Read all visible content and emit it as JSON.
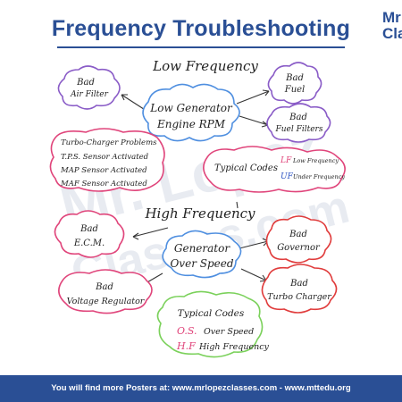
{
  "header": {
    "title": "Frequency Troubleshooting"
  },
  "logo": {
    "line1": "Mr",
    "line2": "Classes"
  },
  "watermark": {
    "line1": "Mr. Lopez",
    "line2": "Classes.com"
  },
  "diagram": {
    "low_section": {
      "heading": "Low Frequency",
      "center": [
        "Low Generator",
        "Engine RPM"
      ],
      "bad_air_filter": [
        "Bad",
        "Air Filter"
      ],
      "bad_fuel": [
        "Bad",
        "Fuel"
      ],
      "bad_fuel_filters": [
        "Bad",
        "Fuel Filters"
      ],
      "turbo_problems": [
        "Turbo-Charger Problems",
        "T.P.S. Sensor Activated",
        "MAP Sensor Activated",
        "MAF Sensor Activated"
      ],
      "typical_codes": {
        "label": "Typical Codes",
        "lf_code": "LF",
        "lf_text": "Low Frequency",
        "uf_code": "UF",
        "uf_text": "Under Frequency"
      }
    },
    "high_section": {
      "heading": "High Frequency",
      "center": [
        "Generator",
        "Over Speed"
      ],
      "bad_ecm": [
        "Bad",
        "E.C.M."
      ],
      "bad_governor": [
        "Bad",
        "Governor"
      ],
      "bad_voltage_regulator": [
        "Bad",
        "Voltage Regulator"
      ],
      "bad_turbo_charger": [
        "Bad",
        "Turbo Charger"
      ],
      "typical_codes": {
        "label": "Typical Codes",
        "os_code": "O.S.",
        "os_text": "Over Speed",
        "hf_code": "H.F",
        "hf_text": "High Frequency"
      }
    }
  },
  "colors": {
    "brand_blue": "#2a4f95",
    "low_center": "#4f8fe0",
    "purple": "#8a5cc7",
    "pink": "#e0457b",
    "red": "#e03c3c",
    "green": "#7bd15b",
    "blue_text": "#2f55c4"
  },
  "footer": {
    "text": "You will find more Posters at: www.mrlopezclasses.com - www.mttedu.org"
  }
}
